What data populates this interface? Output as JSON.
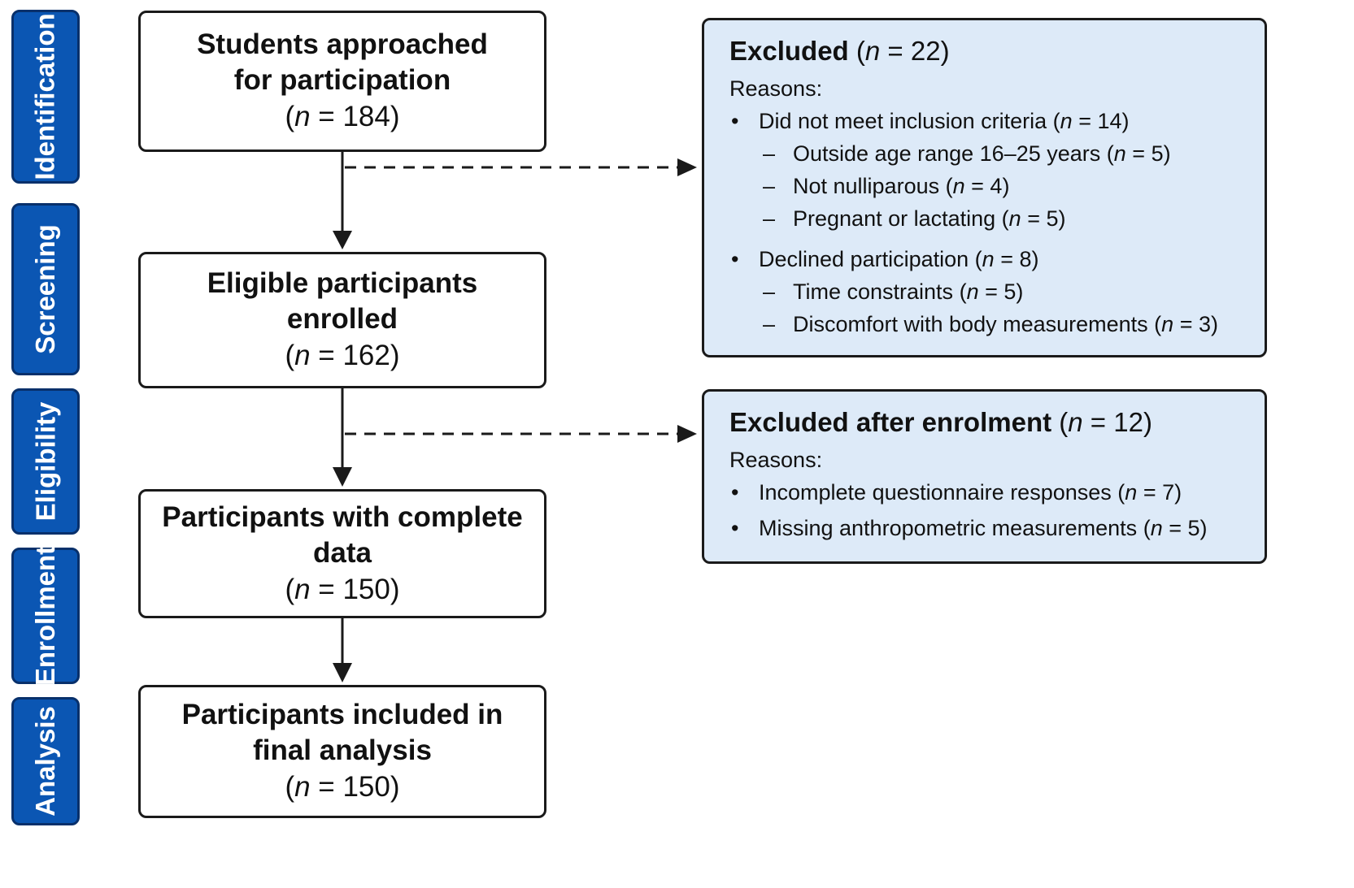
{
  "stages": [
    "Identification",
    "Screening",
    "Eligibility",
    "Enrollment",
    "Analysis"
  ],
  "flow": [
    {
      "title_lines": [
        "Students approached",
        "for participation"
      ],
      "count": "184"
    },
    {
      "title_lines": [
        "Eligible participants",
        "enrolled"
      ],
      "count": "162"
    },
    {
      "title_lines": [
        "Participants with complete",
        "data"
      ],
      "count": "150"
    },
    {
      "title_lines": [
        "Participants included in",
        "final analysis"
      ],
      "count": "150"
    }
  ],
  "excluded": {
    "title": "Excluded",
    "count": "22",
    "reasons_label": "Reasons:",
    "groups": [
      {
        "label": "Did not meet inclusion criteria",
        "count": "14",
        "items": [
          {
            "label": "Outside age range 16–25 years",
            "count": "5"
          },
          {
            "label": "Not nulliparous",
            "count": "4"
          },
          {
            "label": "Pregnant or lactating",
            "count": "5"
          }
        ]
      },
      {
        "label": "Declined participation",
        "count": "8",
        "items": [
          {
            "label": "Time constraints",
            "count": "5"
          },
          {
            "label": "Discomfort with body measurements",
            "count": "3"
          }
        ]
      }
    ]
  },
  "excluded_after": {
    "title": "Excluded after enrolment",
    "count": "12",
    "reasons_label": "Reasons:",
    "items": [
      {
        "label": "Incomplete questionnaire responses",
        "count": "7"
      },
      {
        "label": "Missing anthropometric measurements",
        "count": "5"
      }
    ]
  },
  "colors": {
    "stage_fill": "#0b56b3",
    "stage_border": "#08306b",
    "side_fill": "#ddeaf8",
    "line": "#1a1a1a"
  }
}
